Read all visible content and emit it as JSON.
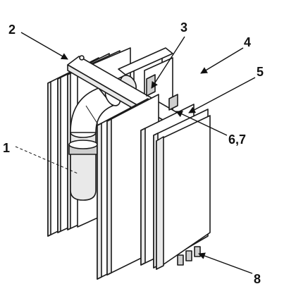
{
  "callouts": [
    {
      "id": "c1",
      "text": "1"
    },
    {
      "id": "c2",
      "text": "2"
    },
    {
      "id": "c3",
      "text": "3"
    },
    {
      "id": "c4",
      "text": "4"
    },
    {
      "id": "c5",
      "text": "5"
    },
    {
      "id": "c67",
      "text": "6,7"
    },
    {
      "id": "c8",
      "text": "8"
    }
  ],
  "colors": {
    "ink": "#1a1a1a",
    "background": "#ffffff"
  }
}
